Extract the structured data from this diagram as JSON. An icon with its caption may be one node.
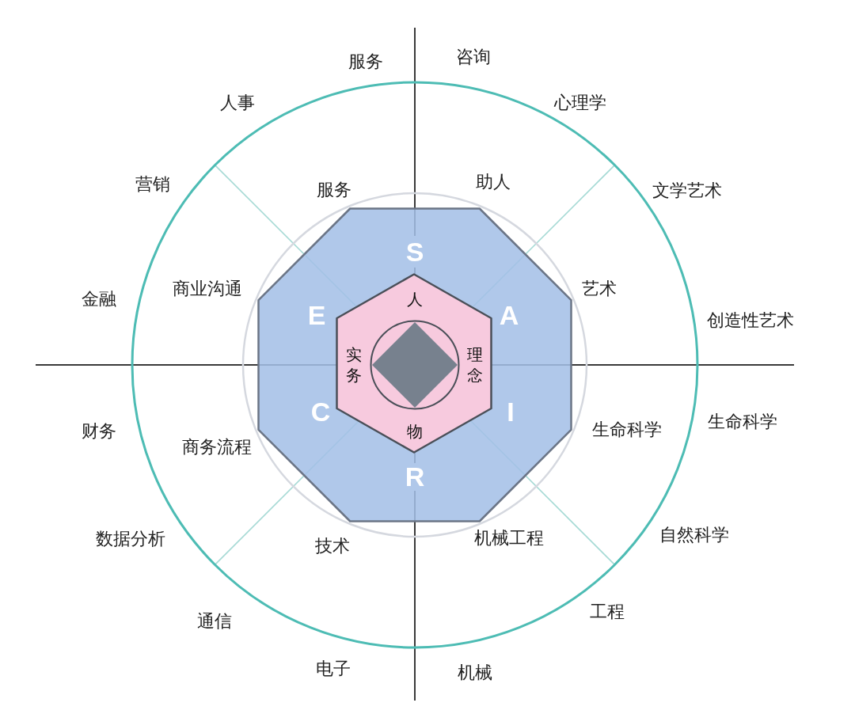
{
  "diagram": {
    "nodes": [
      {
        "text": [
          "S",
          "E",
          "A",
          "C",
          "I",
          "R"
        ]
      },
      {
        "text": [
          "人",
          "实务",
          "理念",
          "物"
        ],
        "in": 0
      },
      {
        "text": [],
        "shape": "circle",
        "in": 1
      }
    ],
    "labels": [
      "服务",
      "咨询",
      "人事",
      "心理学",
      "营销",
      "服务",
      "助人",
      "文学艺术",
      "金融",
      "商业沟通",
      "艺术",
      "创造性艺术",
      "财务",
      "商务流程",
      "生命科学",
      "生命科学",
      "数据分析",
      "技术",
      "机械工程",
      "自然科学",
      "通信",
      "工程",
      "电子",
      "机械"
    ]
  }
}
